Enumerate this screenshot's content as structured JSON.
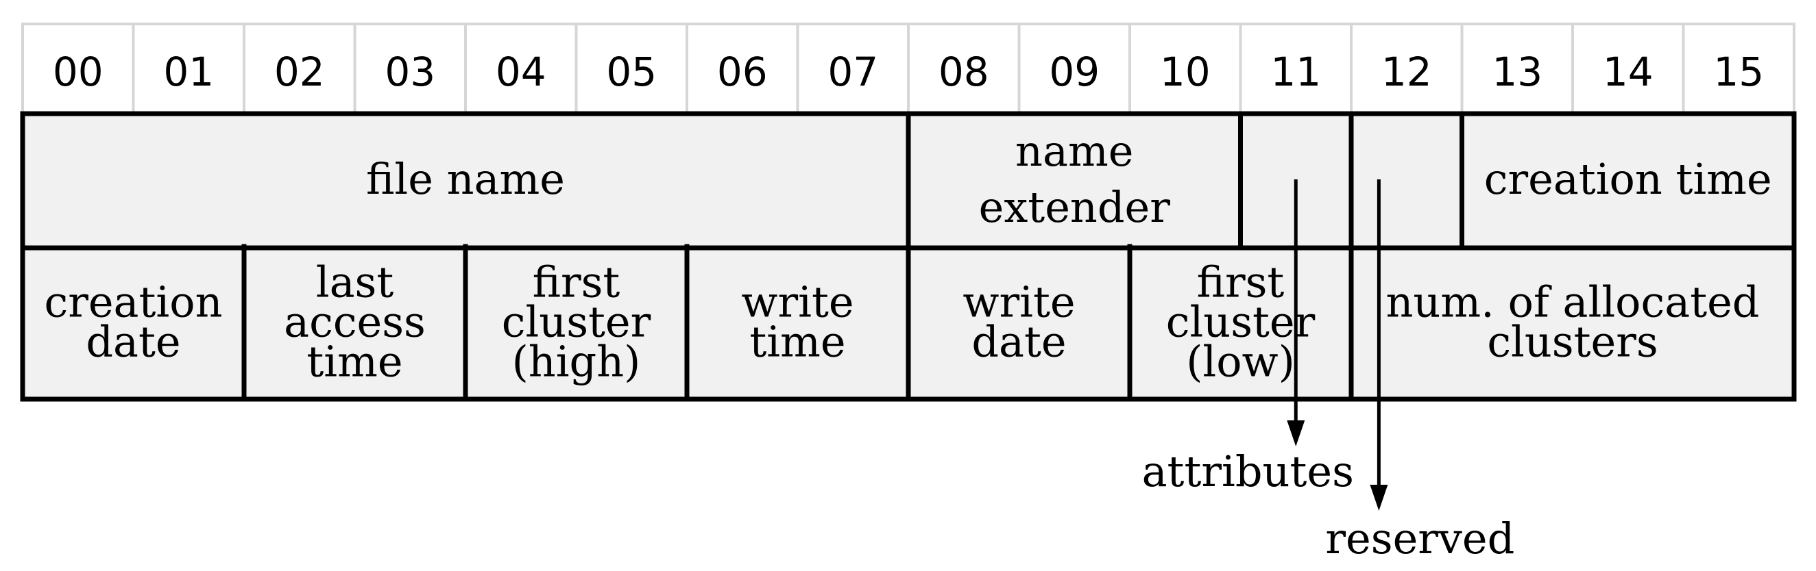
{
  "byte_offsets": [
    "00",
    "01",
    "02",
    "03",
    "04",
    "05",
    "06",
    "07",
    "08",
    "09",
    "10",
    "11",
    "12",
    "13",
    "14",
    "15"
  ],
  "row1": [
    {
      "id": "file-name",
      "from": 0,
      "to": 8,
      "lines": [
        "file name"
      ]
    },
    {
      "id": "name-extender",
      "from": 8,
      "to": 11,
      "lines": [
        "name",
        "extender"
      ]
    },
    {
      "id": "attributes",
      "from": 11,
      "to": 12,
      "lines": []
    },
    {
      "id": "reserved",
      "from": 12,
      "to": 13,
      "lines": []
    },
    {
      "id": "creation-time",
      "from": 13,
      "to": 16,
      "lines": [
        "creation time"
      ]
    }
  ],
  "row2": [
    {
      "id": "creation-date",
      "from": 0,
      "to": 2,
      "lines": [
        "creation",
        "date"
      ]
    },
    {
      "id": "last-access-time",
      "from": 2,
      "to": 4,
      "lines": [
        "last",
        "access",
        "time"
      ]
    },
    {
      "id": "first-cluster-high",
      "from": 4,
      "to": 6,
      "lines": [
        "first",
        "cluster",
        "(high)"
      ]
    },
    {
      "id": "write-time",
      "from": 6,
      "to": 8,
      "lines": [
        "write",
        "time"
      ]
    },
    {
      "id": "write-date",
      "from": 8,
      "to": 10,
      "lines": [
        "write",
        "date"
      ]
    },
    {
      "id": "first-cluster-low",
      "from": 10,
      "to": 12,
      "lines": [
        "first",
        "cluster",
        "(low)"
      ]
    },
    {
      "id": "num-allocated-clusters",
      "from": 12,
      "to": 16,
      "lines": [
        "num. of allocated",
        "clusters"
      ]
    }
  ],
  "callouts": [
    {
      "id": "attributes",
      "label": "attributes",
      "byte": 11
    },
    {
      "id": "reserved",
      "label": "reserved",
      "byte": 12
    }
  ]
}
